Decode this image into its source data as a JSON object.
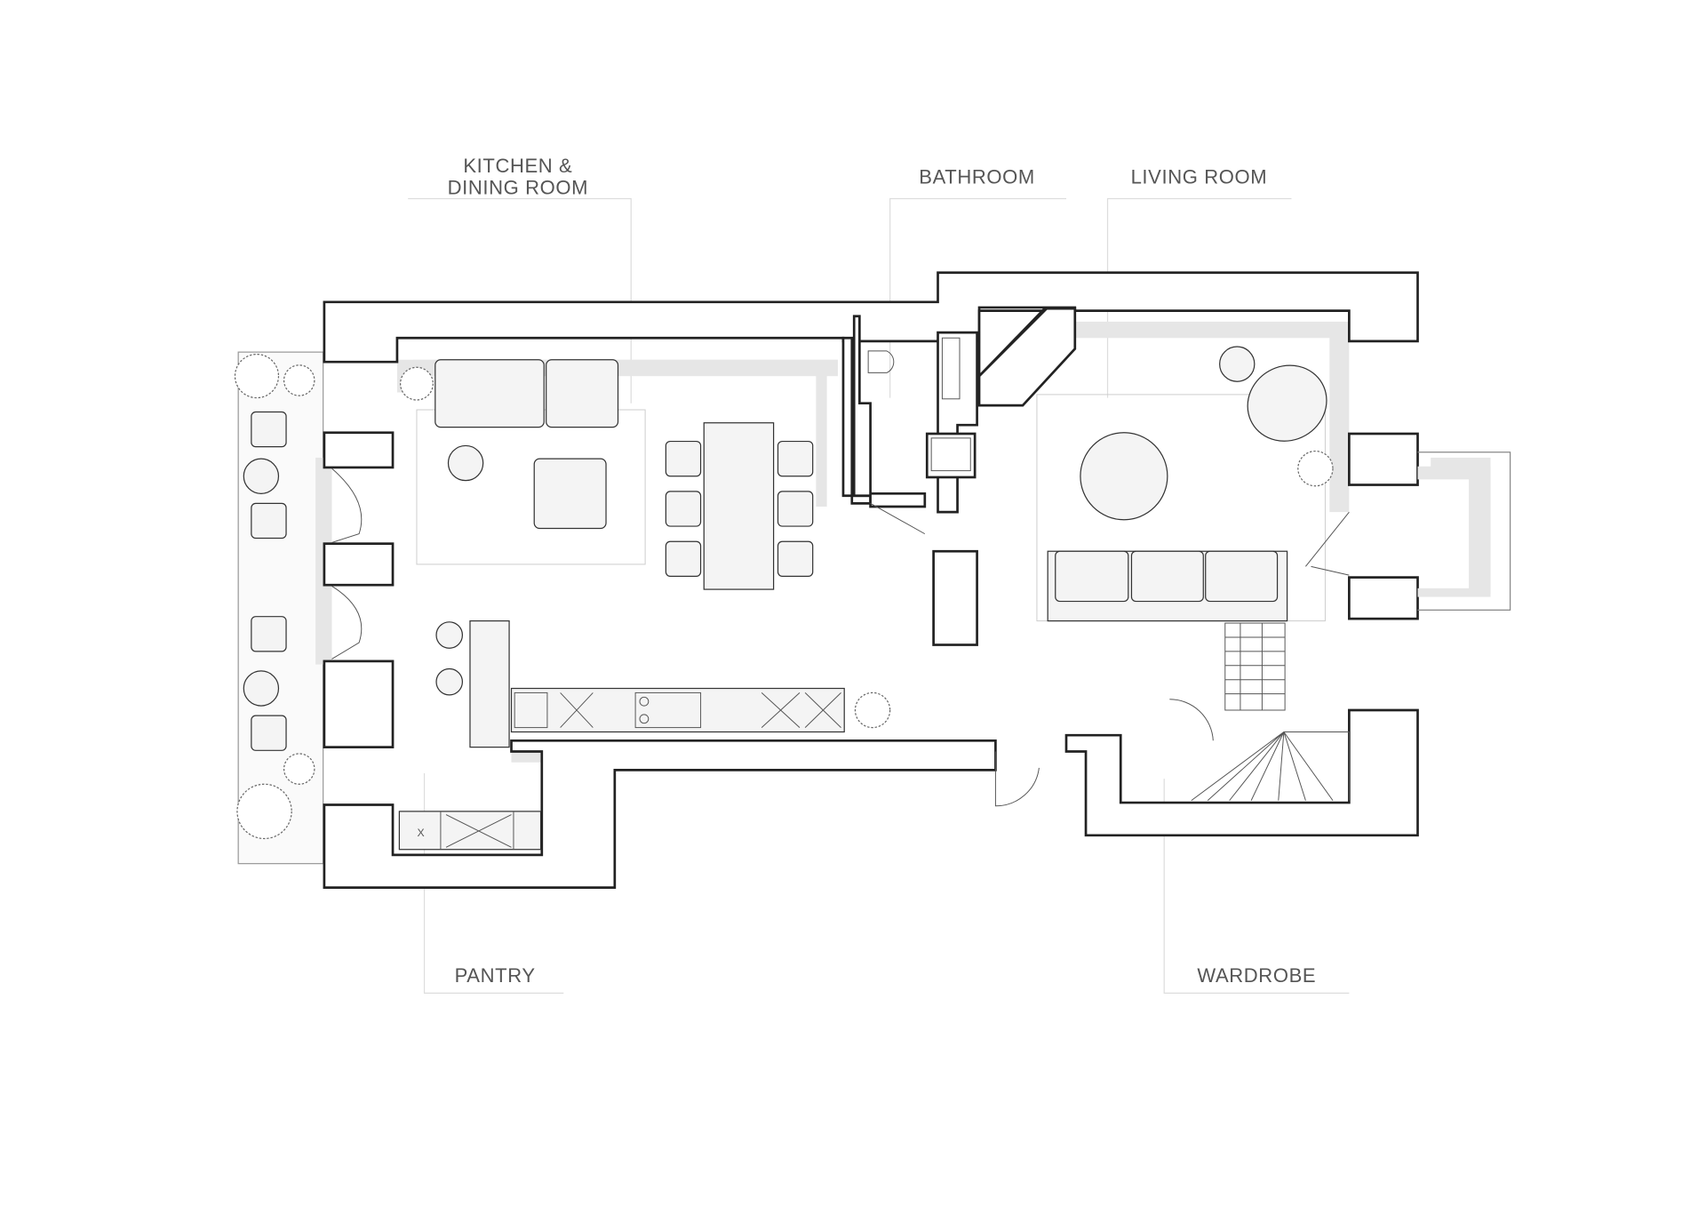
{
  "plan": {
    "rooms": [
      {
        "id": "kitchen",
        "label_line1": "KITCHEN &",
        "label_line2": "DINING ROOM"
      },
      {
        "id": "bathroom",
        "label_line1": "BATHROOM"
      },
      {
        "id": "living",
        "label_line1": "LIVING ROOM"
      },
      {
        "id": "pantry",
        "label_line1": "PANTRY"
      },
      {
        "id": "wardrobe",
        "label_line1": "WARDROBE"
      }
    ],
    "pantry_mark": "X"
  }
}
